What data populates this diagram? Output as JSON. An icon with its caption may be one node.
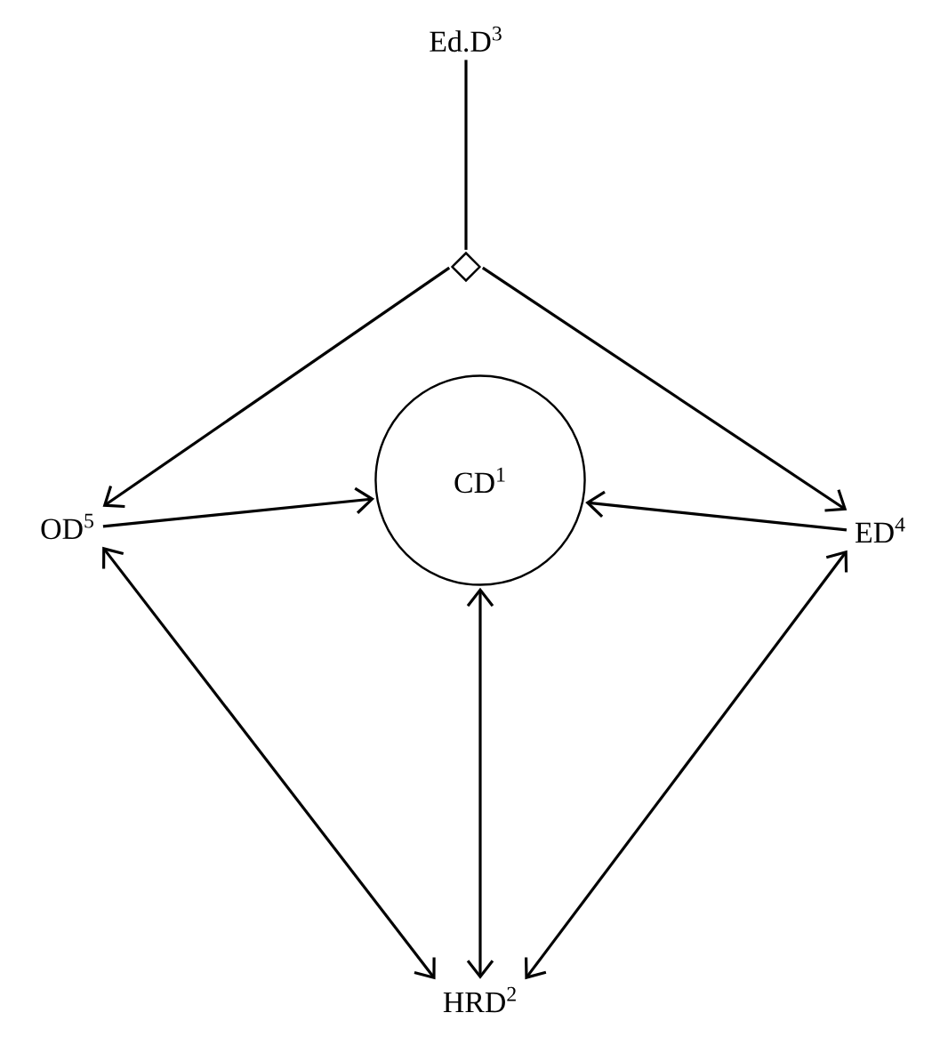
{
  "diagram": {
    "nodes": [
      {
        "text": [
          "Ed.D$^{3}$"
        ]
      },
      {
        "text": [],
        "shape": "diamond"
      },
      {
        "text": [
          "OD$^{5}$"
        ]
      },
      {
        "text": [
          "CD$^{1}$"
        ]
      },
      {
        "text": [
          "ED$^{4}$"
        ]
      },
      {
        "text": [
          "HRD$^{2}$"
        ]
      }
    ],
    "edges": [
      {
        "from": 0,
        "to": 1,
        "arrow": "none"
      },
      {
        "from": 1,
        "to": 2,
        "arrow": "to"
      },
      {
        "from": 1,
        "to": 4,
        "arrow": "to"
      },
      {
        "from": 2,
        "to": 3,
        "arrow": "to"
      },
      {
        "from": 4,
        "to": 3,
        "arrow": "to"
      },
      {
        "from": 2,
        "to": 5,
        "arrow": "both"
      },
      {
        "from": 3,
        "to": 5,
        "arrow": "both"
      },
      {
        "from": 4,
        "to": 5,
        "arrow": "both"
      }
    ]
  }
}
